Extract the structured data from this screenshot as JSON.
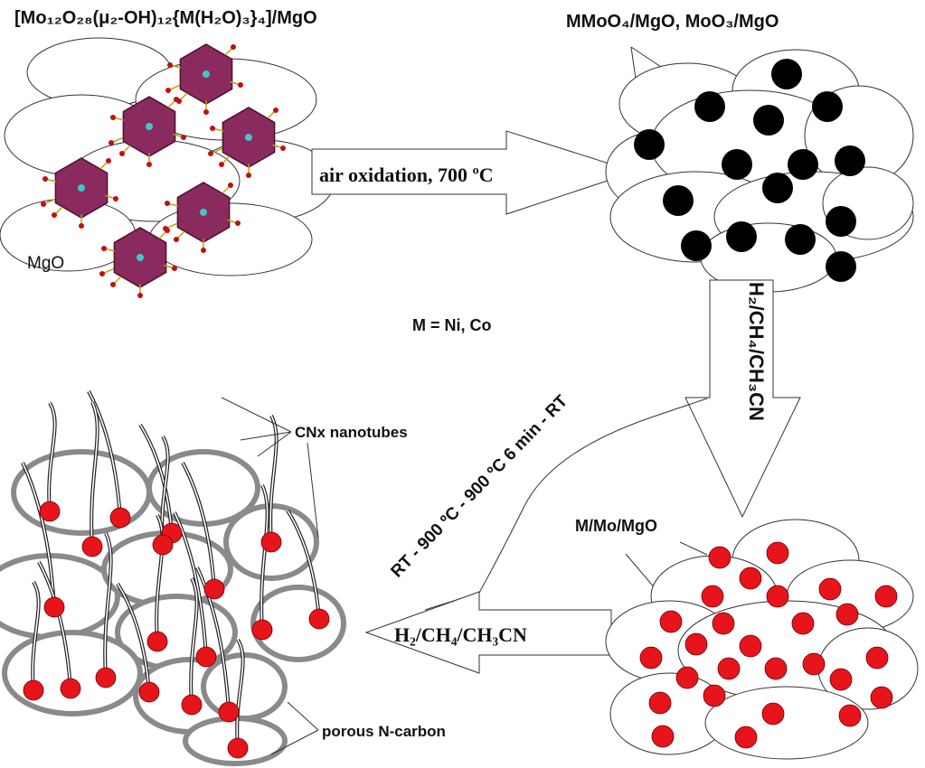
{
  "labels": {
    "precursor": "[Mo₁₂O₂₈(μ₂-OH)₁₂{M(H₂O)₃}₄]/MgO",
    "mgo": "MgO",
    "oxidized": "MMoO₄/MgO, MoO₃/MgO",
    "metal_def": "M = Ni, Co",
    "reduced": "M/Mo/MgO",
    "nanotubes": "CNx nanotubes",
    "porous": "porous N-carbon"
  },
  "arrows": {
    "step1": "air oxidation, 700 ºC",
    "step2": "H₂/CH₄/CH₃CN",
    "step3": "H₂/CH₄/CH₃CN",
    "program": "RT - 900 ºC - 900 ºC 6 min - RT"
  },
  "colors": {
    "polyhedra": "#8b2a5e",
    "oxide_particle": "#000000",
    "metal_particle": "#e8141c",
    "carbon_shell": "#8a8a8a"
  }
}
